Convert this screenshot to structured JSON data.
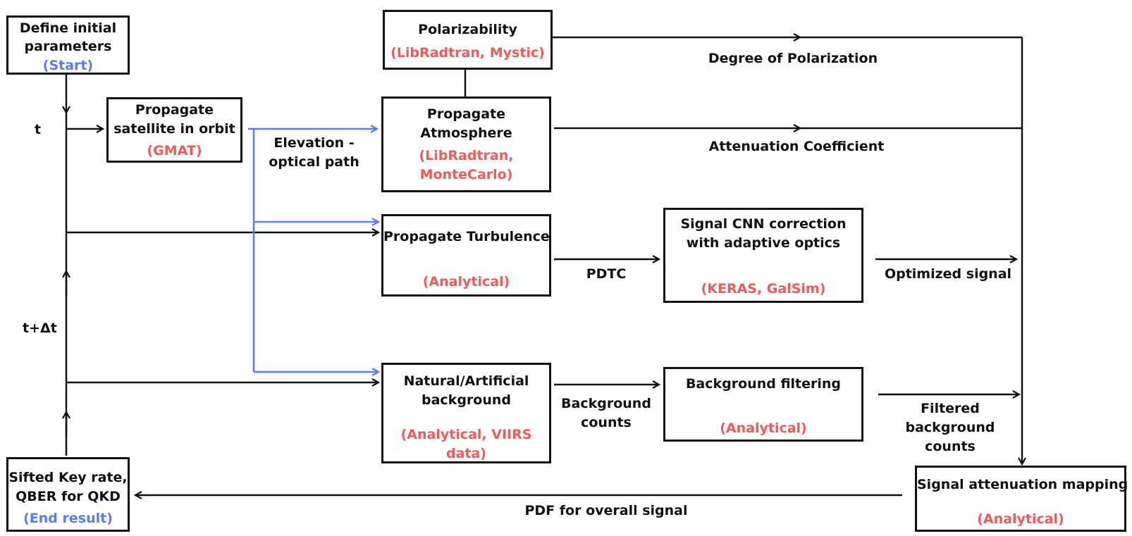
{
  "nodes": {
    "start": {
      "line1": "Define initial",
      "line2": "parameters",
      "tag": "(Start)"
    },
    "satellite": {
      "line1": "Propagate",
      "line2": "satellite in orbit",
      "tool": "(GMAT)"
    },
    "polarizability": {
      "line1": "Polarizability",
      "tool": "(LibRadtran, Mystic)"
    },
    "atmosphere": {
      "line1": "Propagate",
      "line2": "Atmosphere",
      "tool1": "(LibRadtran,",
      "tool2": "MonteCarlo)"
    },
    "turbulence": {
      "line1": "Propagate Turbulence",
      "tool": "(Analytical)"
    },
    "cnn": {
      "line1": "Signal CNN correction",
      "line2": "with adaptive optics",
      "tool": "(KERAS, GalSim)"
    },
    "background": {
      "line1": "Natural/Artificial",
      "line2": "background",
      "tool1": "(Analytical, VIIRS",
      "tool2": "data)"
    },
    "bg_filter": {
      "line1": "Background filtering",
      "tool": "(Analytical)"
    },
    "mapping": {
      "line1": "Signal attenuation mapping",
      "tool": "(Analytical)"
    },
    "end": {
      "line1": "Sifted Key rate,",
      "line2": "QBER for QKD",
      "tag": "(End result)"
    }
  },
  "edge_labels": {
    "t": "t",
    "t_dt": "t+Δt",
    "elevation1": "Elevation -",
    "elevation2": "optical path",
    "degree_pol": "Degree of Polarization",
    "attenuation": "Attenuation Coefficient",
    "pdtc": "PDTC",
    "optimized": "Optimized signal",
    "bg_counts1": "Background",
    "bg_counts2": "counts",
    "filtered1": "Filtered",
    "filtered2": "background",
    "filtered3": "counts",
    "pdf": "PDF for overall signal"
  },
  "colors": {
    "line": "#111111",
    "tool": "#f05a5a",
    "endpoint": "#5b7cf0",
    "elevation_link": "#5b7cf0"
  }
}
